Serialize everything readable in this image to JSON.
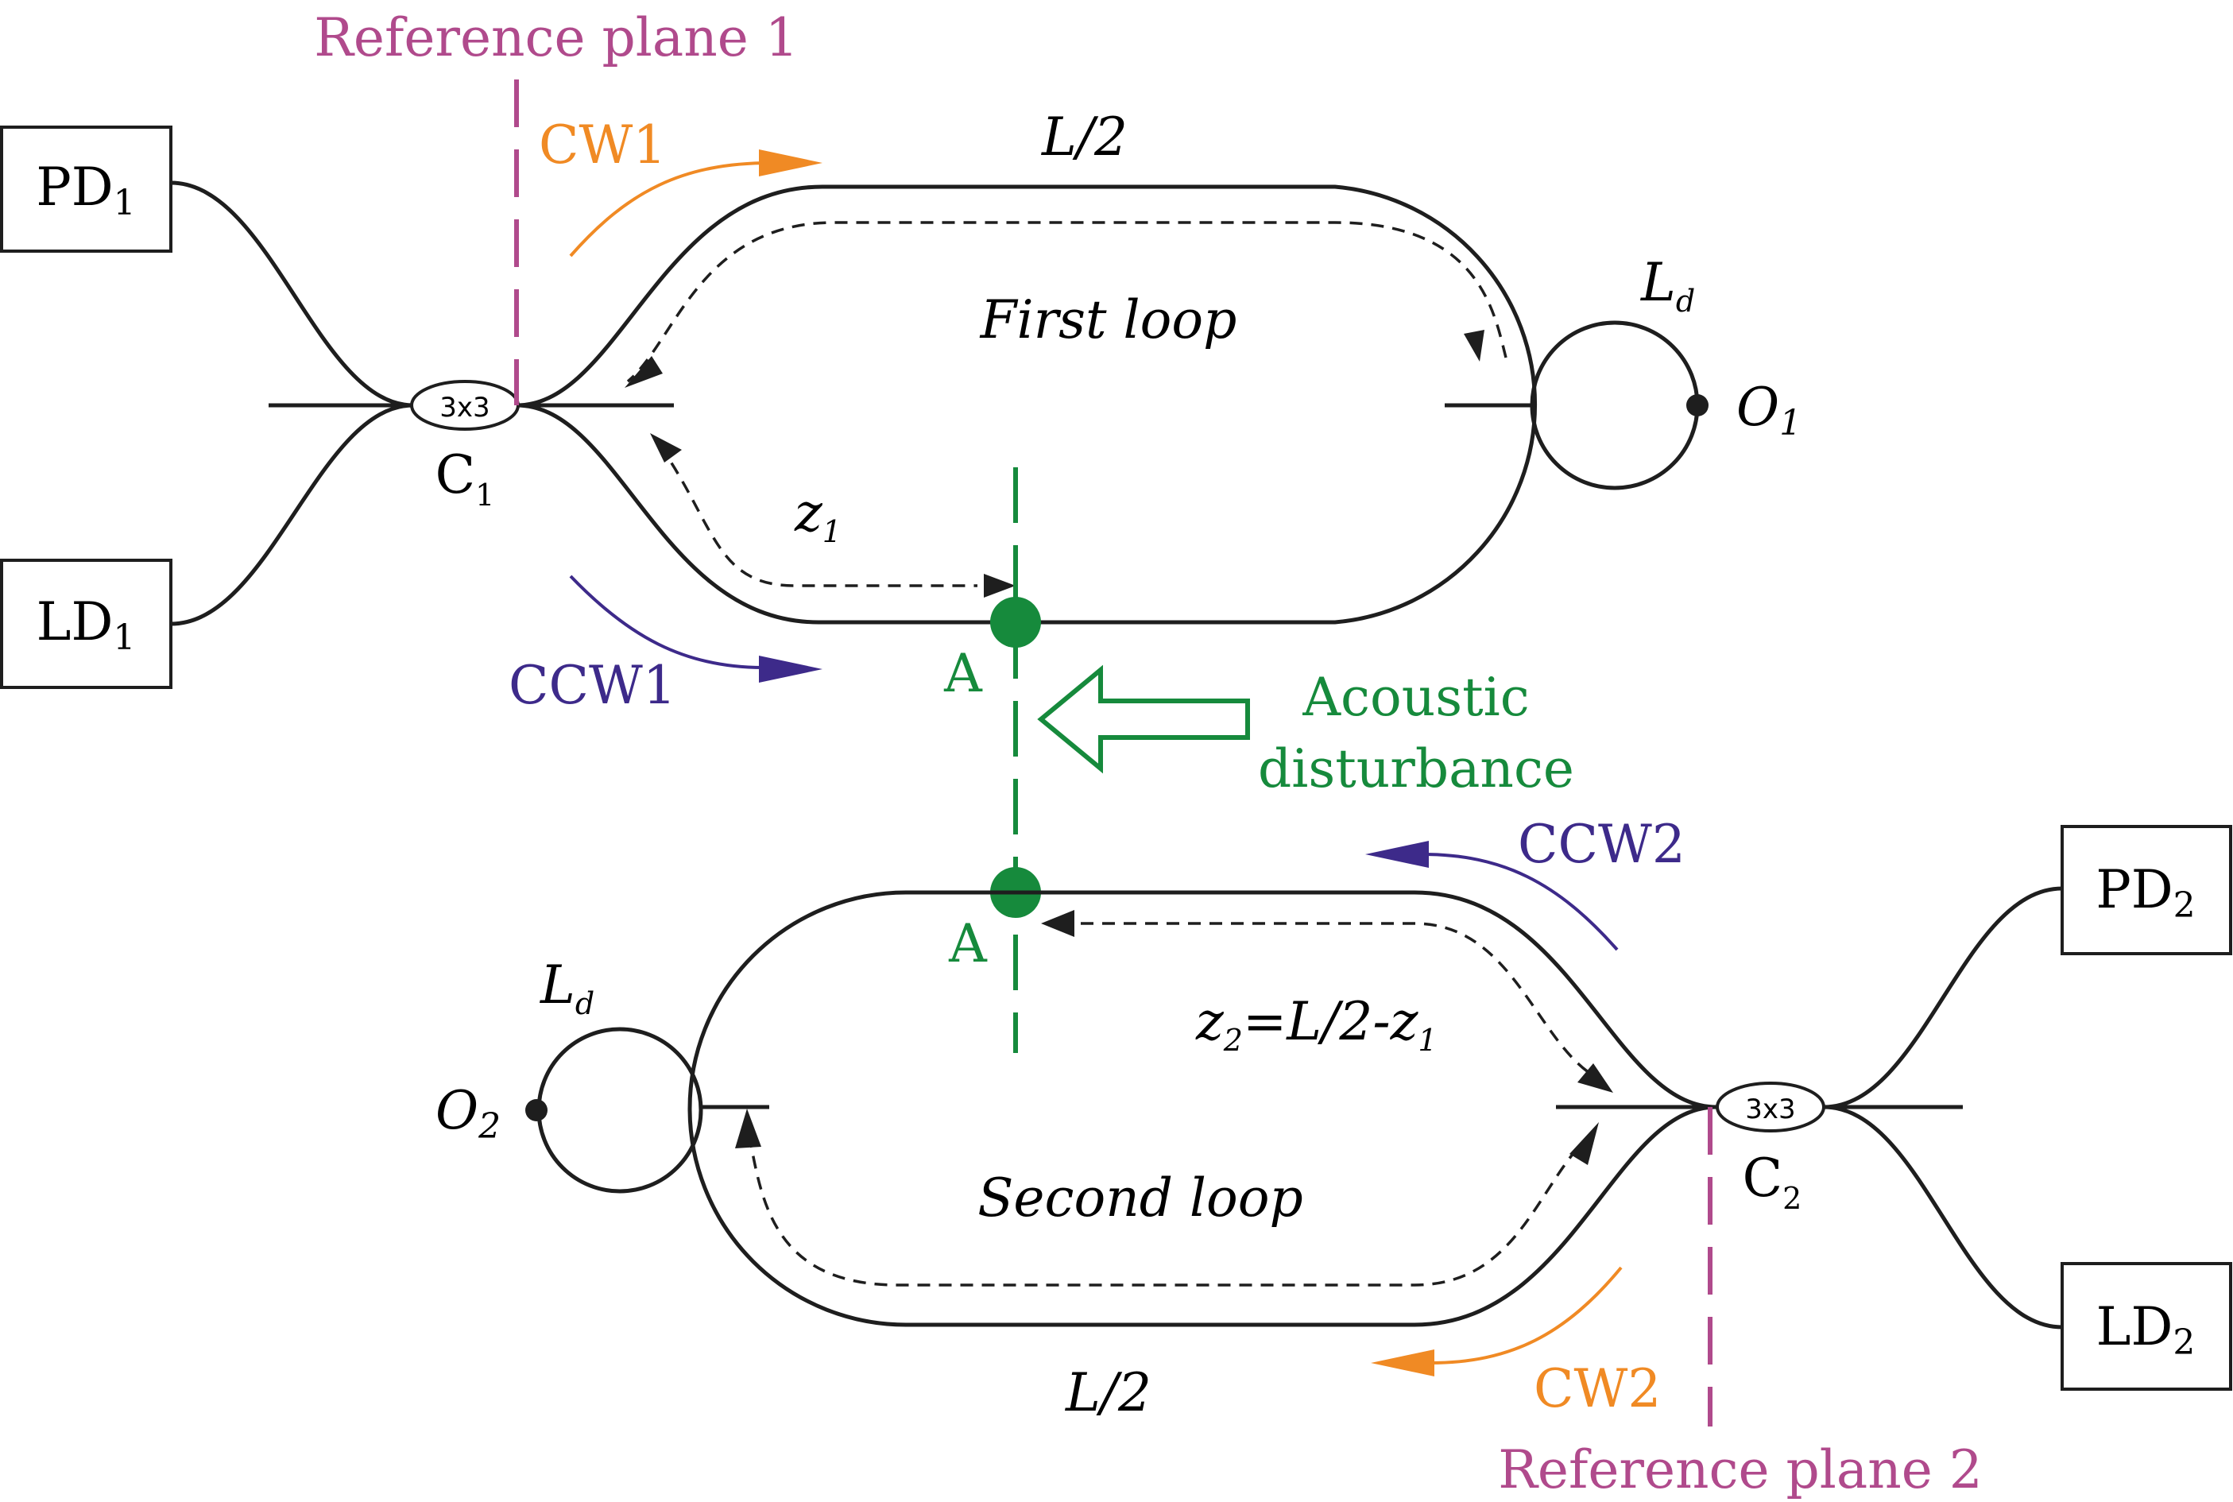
{
  "reference_planes": {
    "plane1": "Reference plane 1",
    "plane2": "Reference plane 2"
  },
  "devices": {
    "pd1": {
      "name": "PD",
      "sub": "1"
    },
    "ld1": {
      "name": "LD",
      "sub": "1"
    },
    "pd2": {
      "name": "PD",
      "sub": "2"
    },
    "ld2": {
      "name": "LD",
      "sub": "2"
    }
  },
  "couplers": {
    "c1": {
      "type": "3x3",
      "name": "C",
      "sub": "1"
    },
    "c2": {
      "type": "3x3",
      "name": "C",
      "sub": "2"
    }
  },
  "loops": {
    "first": "First loop",
    "second": "Second loop"
  },
  "delay": {
    "name": "L",
    "sub": "d"
  },
  "ends": {
    "o1": {
      "name": "O",
      "sub": "1"
    },
    "o2": {
      "name": "O",
      "sub": "2"
    }
  },
  "lengths": {
    "half_top": "L/2",
    "half_bottom": "L/2",
    "z1": {
      "name": "z",
      "sub": "1"
    },
    "z2": {
      "p1": "z",
      "s1": "2",
      "p2": "=L/2-z",
      "s2": "1"
    }
  },
  "directions": {
    "cw1": "CW1",
    "ccw1": "CCW1",
    "cw2": "CW2",
    "ccw2": "CCW2"
  },
  "disturbance": {
    "point": "A",
    "line1": "Acoustic",
    "line2": "disturbance"
  },
  "colors": {
    "fiber": "#1e1e1e",
    "reference": "#b04a8c",
    "cw": "#f08a24",
    "ccw": "#3d2a8a",
    "acoustic": "#168a3c"
  }
}
